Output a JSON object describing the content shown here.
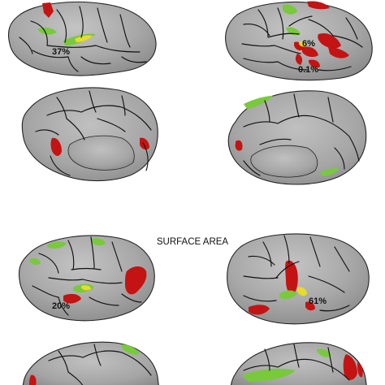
{
  "section_title": "SURFACE AREA",
  "percent_labels": {
    "top_left_lateral": "37%",
    "top_right_lateral_upper": "6%",
    "top_right_lateral_lower": "0.1%",
    "bottom_left_lateral": "20%",
    "bottom_right_lateral": "61%"
  },
  "colors": {
    "cortex_gray": "#a9a9a9",
    "sulcus_line": "#111111",
    "region_red": "#c41313",
    "region_green": "#78c93c",
    "region_yellow": "#e8dc2a"
  }
}
